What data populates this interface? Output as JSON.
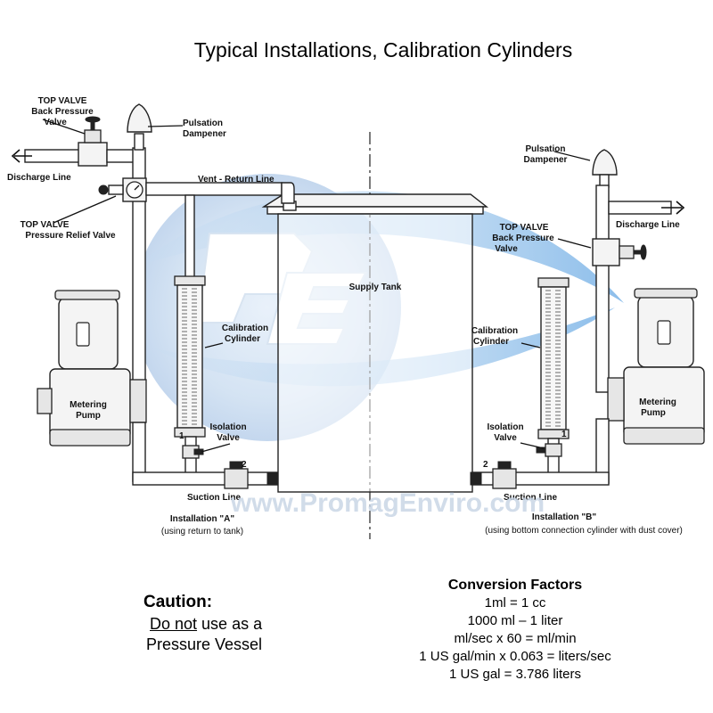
{
  "title": "Typical Installations, Calibration Cylinders",
  "watermark": "www.PromagEnviro.com",
  "labels": {
    "top_valve_bpv_a_1": "TOP VALVE",
    "top_valve_bpv_a_2": "Back Pressure",
    "top_valve_bpv_a_3": "Valve",
    "pulsation_a_1": "Pulsation",
    "pulsation_a_2": "Dampener",
    "discharge_line_a": "Discharge Line",
    "vent_return_line": "Vent - Return Line",
    "top_valve_prv_1": "TOP VALVE",
    "top_valve_prv_2": "Pressure Relief Valve",
    "calibration_a_1": "Calibration",
    "calibration_a_2": "Cylinder",
    "metering_pump_a_1": "Metering",
    "metering_pump_a_2": "Pump",
    "isolation_a_1": "Isolation",
    "isolation_a_2": "Valve",
    "num_1_a": "1",
    "num_2_a": "2",
    "suction_line_a": "Suction Line",
    "installation_a": "Installation \"A\"",
    "installation_a_note": "(using return to tank)",
    "supply_tank": "Supply Tank",
    "pulsation_b_1": "Pulsation",
    "pulsation_b_2": "Dampener",
    "discharge_line_b": "Discharge Line",
    "top_valve_bpv_b_1": "TOP VALVE",
    "top_valve_bpv_b_2": "Back Pressure",
    "top_valve_bpv_b_3": "Valve",
    "calibration_b_1": "Calibration",
    "calibration_b_2": "Cylinder",
    "metering_pump_b_1": "Metering",
    "metering_pump_b_2": "Pump",
    "isolation_b_1": "Isolation",
    "isolation_b_2": "Valve",
    "num_1_b": "1",
    "num_2_b": "2",
    "suction_line_b": "Suction Line",
    "installation_b": "Installation \"B\"",
    "installation_b_note": "(using bottom connection cylinder with dust cover)"
  },
  "caution": {
    "title": "Caution:",
    "do_not": "Do not",
    "rest": " use as a",
    "line2": "Pressure Vessel"
  },
  "conversion": {
    "title": "Conversion Factors",
    "rows": [
      "1ml = 1 cc",
      "1000 ml – 1 liter",
      "ml/sec x 60 = ml/min",
      "1 US gal/min x 0.063 = liters/sec",
      "1 US gal = 3.786 liters"
    ]
  },
  "colors": {
    "watermark_blue": "#cfe0f2",
    "ink": "#111111"
  }
}
